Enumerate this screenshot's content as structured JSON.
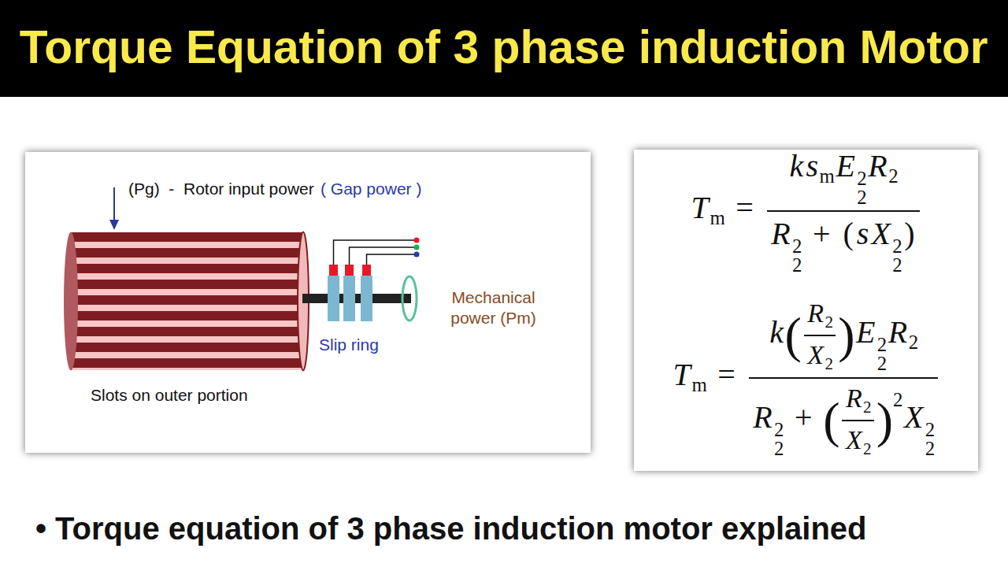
{
  "diagram": {
    "title": "Torque Equation of 3 phase induction Motor",
    "caption": "• Torque equation of 3 phase induction motor explained",
    "nodes": [
      {
        "text": [
          "(Pg)  -  Rotor input power",
          "( Gap power )",
          "Slip ring",
          "Mechanical power (Pm)",
          "Slots on outer portion"
        ]
      },
      {
        "text": [
          "T",
          "m",
          "=",
          "k",
          "s",
          "m",
          "E",
          "2",
          "2",
          "R",
          "2",
          "R",
          "2",
          "2",
          "+",
          "(",
          "s",
          "X",
          "2",
          "2",
          ")",
          "T",
          "m",
          "=",
          "k",
          "(",
          "R",
          "2",
          "X",
          "2",
          ")",
          "E",
          "2",
          "2",
          "R",
          "2",
          "R",
          "2",
          "2",
          "+",
          "(",
          "R",
          "2",
          "X",
          "2",
          ")",
          "2",
          "X",
          "2",
          "2"
        ]
      }
    ]
  }
}
